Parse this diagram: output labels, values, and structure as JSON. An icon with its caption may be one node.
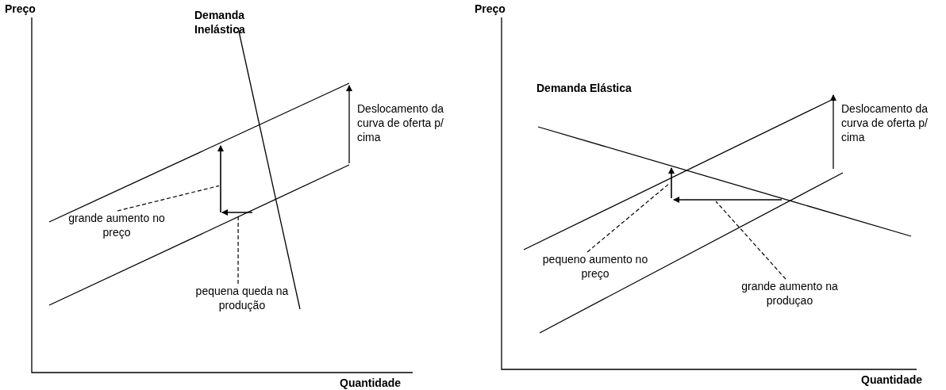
{
  "diagram": {
    "nodes": [
      {
        "text": [
          "grande aumento no preço"
        ]
      },
      {
        "text": [
          "pequena queda na produção"
        ]
      },
      {
        "text": [
          "pequeno aumento no preço"
        ]
      },
      {
        "text": [
          "grande aumento na produçao"
        ]
      },
      {
        "text": [],
        "shape": "arrow"
      },
      {
        "text": [],
        "shape": "arrow"
      },
      {
        "text": [],
        "shape": "arrow"
      },
      {
        "text": [],
        "shape": "arrow"
      }
    ],
    "edges": [
      {
        "from": 0,
        "to": 4,
        "arrow": "none",
        "style": "dashed"
      },
      {
        "from": 1,
        "to": 5,
        "arrow": "none",
        "style": "dashed"
      },
      {
        "from": 2,
        "to": 6,
        "arrow": "none",
        "style": "dashed"
      },
      {
        "from": 3,
        "to": 7,
        "arrow": "none",
        "style": "dashed"
      }
    ],
    "labels": [
      "Preço",
      "Demanda Inelástica",
      "Deslocamento da curva de oferta p/ cima",
      "Quantidade",
      "Preço",
      "Demanda Elástica",
      "Deslocamento da curva de oferta p/ cima",
      "Quantidade"
    ]
  }
}
